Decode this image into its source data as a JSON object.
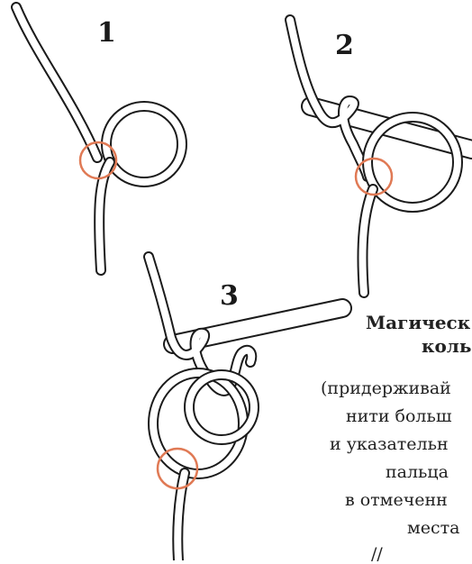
{
  "steps": [
    {
      "number": "1"
    },
    {
      "number": "2"
    },
    {
      "number": "3"
    }
  ],
  "caption": {
    "title_line1": "Магическ",
    "title_line2": "коль",
    "lines": [
      "(придерживай",
      "нити больш",
      "и указательн",
      "пальца",
      "в отмеченн",
      "места",
      "//"
    ]
  },
  "colors": {
    "yarn_outline": "#1b1b1b",
    "yarn_fill": "#ffffff",
    "highlight_circle": "#e07a55",
    "text": "#222222"
  }
}
